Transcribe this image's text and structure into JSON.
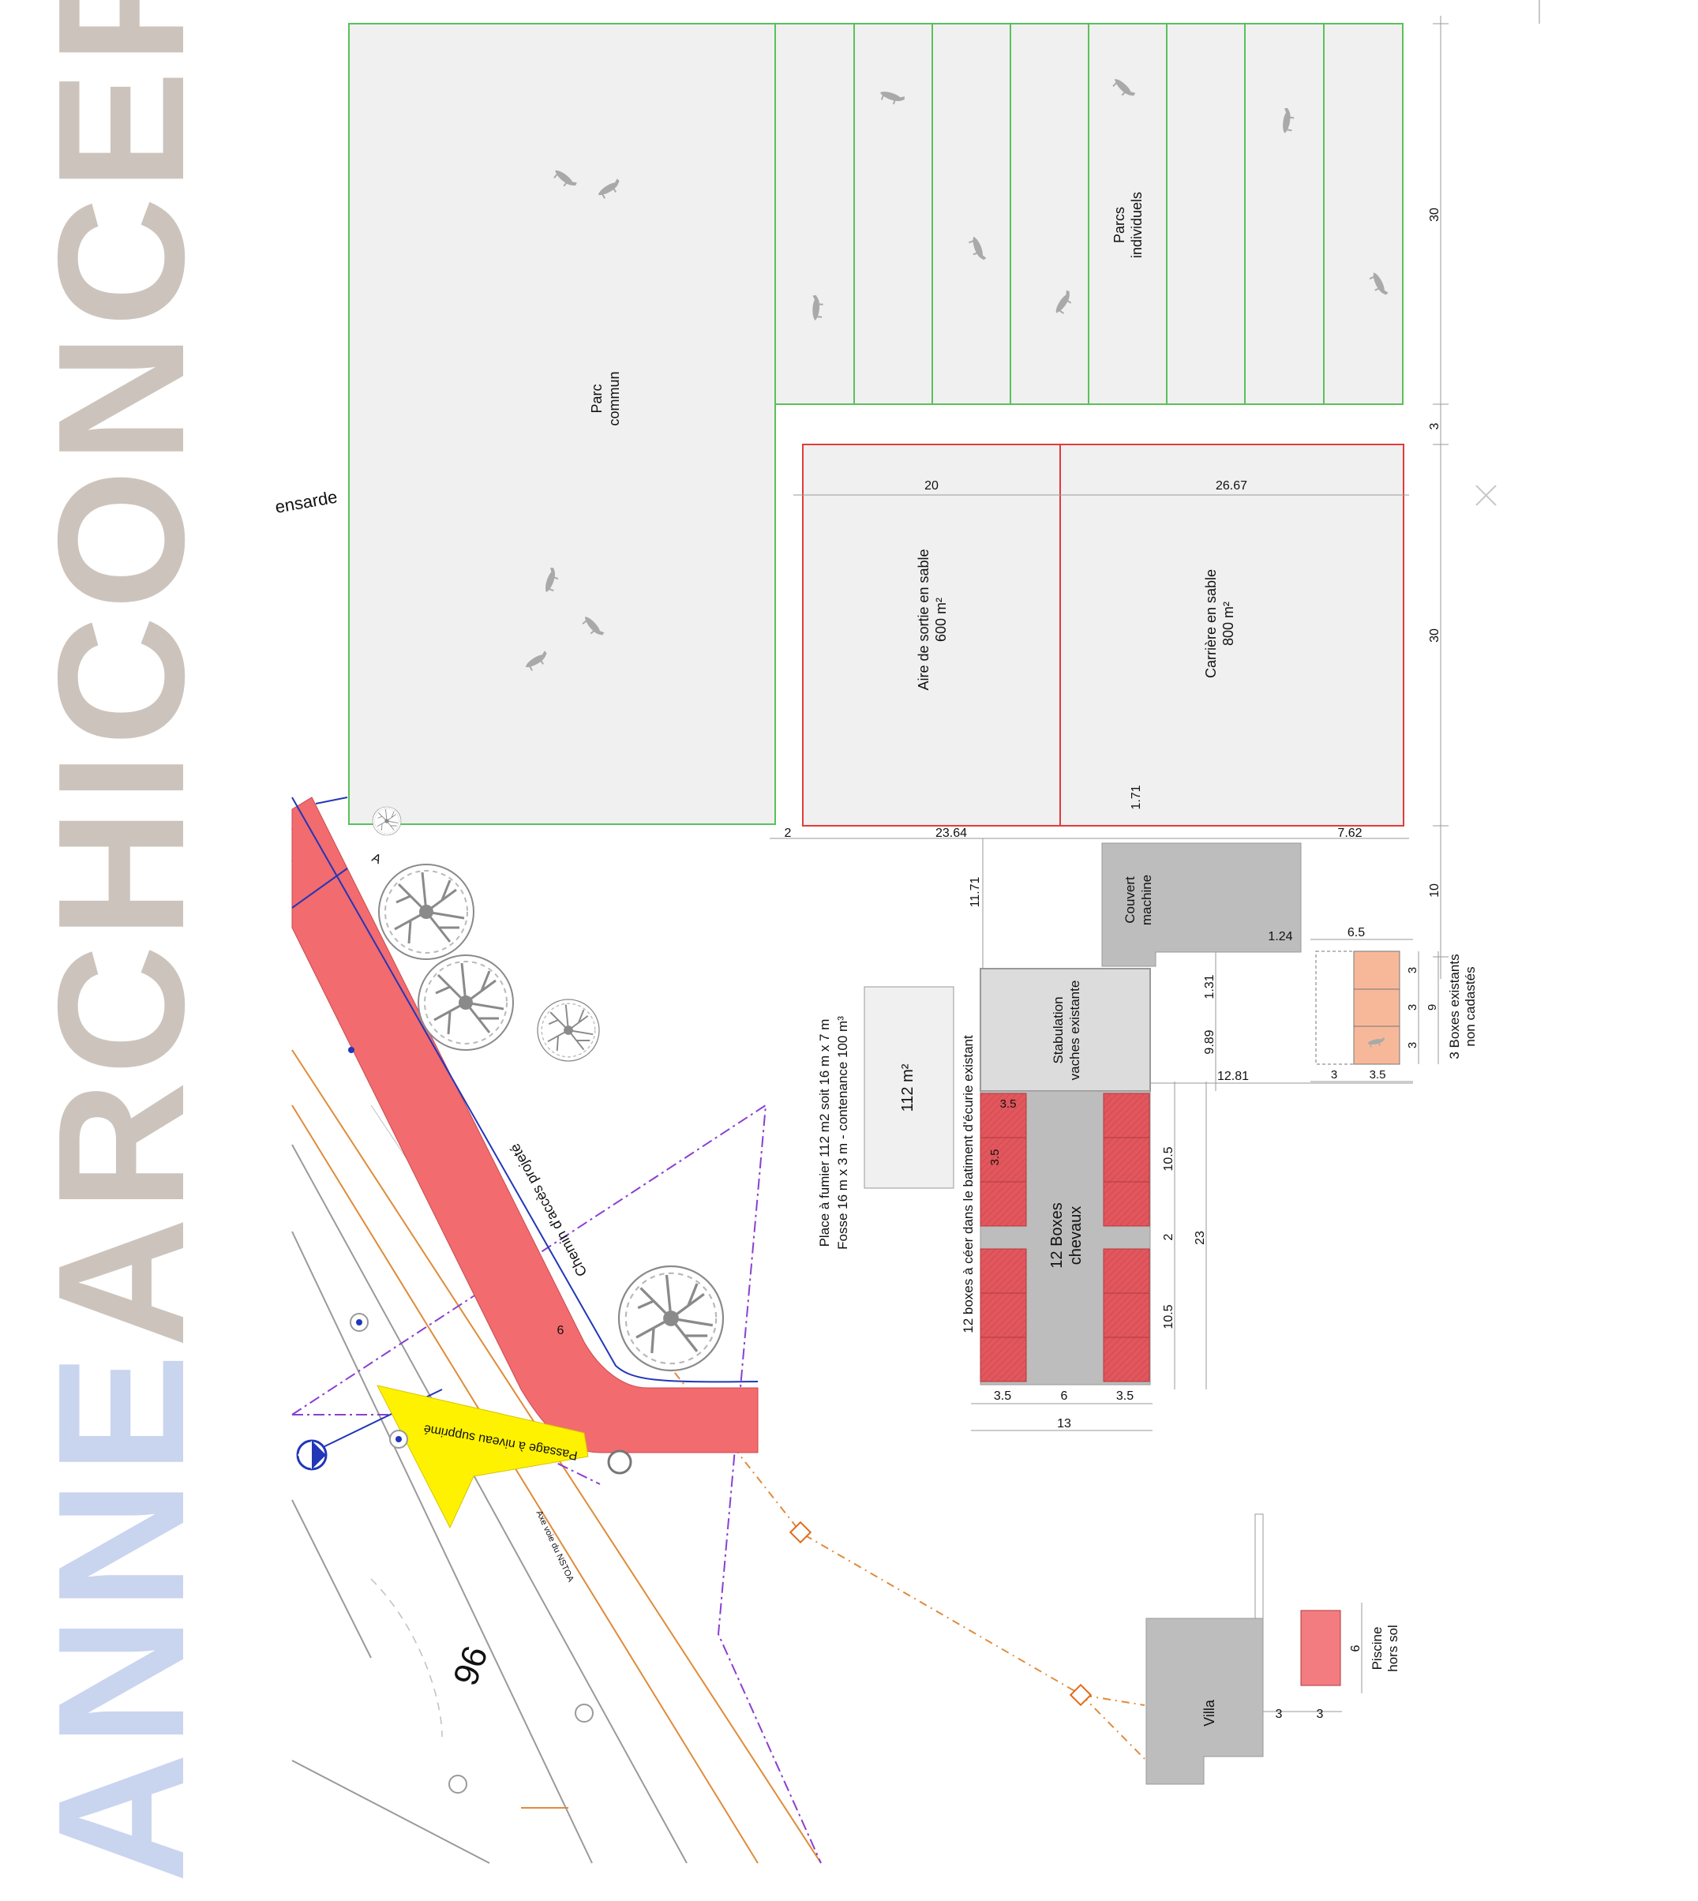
{
  "brand": {
    "light": "ANNE",
    "dark": "ARCHICONCEPT",
    "light_color": "#c9d4ef",
    "dark_color": "#ccc4bc"
  },
  "labels": {
    "parc_commun": [
      "Parc",
      "commun"
    ],
    "parcs_individuels": [
      "Parcs",
      "individuels"
    ],
    "aire": [
      "Aire de sortie en sable",
      "600 m²"
    ],
    "carriere": [
      "Carrière en sable",
      "800 m²"
    ],
    "couvert": [
      "Couvert",
      "machine"
    ],
    "stabulation": [
      "Stabulation",
      "vaches existante"
    ],
    "boxes12": [
      "12 Boxes",
      "chevaux"
    ],
    "fumier_area": "112 m²",
    "fumier_note": [
      "Place à fumier 112 m2 soit 16 m x 7 m",
      "Fosse 16 m x 3 m - contenance 100 m³"
    ],
    "boxes_note": "12 boxes à céer dans le batiment d'écurie existant",
    "boxes_existants": [
      "3 Boxes existants",
      "non cadastés"
    ],
    "villa": "Villa",
    "piscine": [
      "Piscine",
      "hors sol"
    ],
    "chemin": "Chemin d'accès projeté",
    "passage": "Passage à niveau supprimé",
    "road_number": "96",
    "mansarde": "ensarde",
    "axe": "Axe voie du NSTOA",
    "marker_a": "A",
    "road_width": "6"
  },
  "dimensions": {
    "top_20": "20",
    "top_2667": "26.67",
    "right_30a": "30",
    "right_3": "3",
    "right_30b": "30",
    "right_10": "10",
    "d_2": "2",
    "d_2364": "23.64",
    "d_762": "7.62",
    "d_171": "1.71",
    "d_1171": "11.71",
    "d_124": "1.24",
    "d_65": "6.5",
    "d_131": "1.31",
    "d_989": "9.89",
    "d_1281": "12.81",
    "b_3a": "3",
    "b_3b": "3",
    "b_3c": "3",
    "b_9": "9",
    "b_3d": "3",
    "b_35": "3.5",
    "box_35a": "3.5",
    "box_35b": "3.5",
    "d_105a": "10.5",
    "d_2b": "2",
    "d_105b": "10.5",
    "d_23": "23",
    "w_35a": "3.5",
    "w_6": "6",
    "w_35b": "3.5",
    "w_13": "13",
    "villa_3a": "3",
    "villa_3b": "3",
    "piscine_6": "6"
  }
}
